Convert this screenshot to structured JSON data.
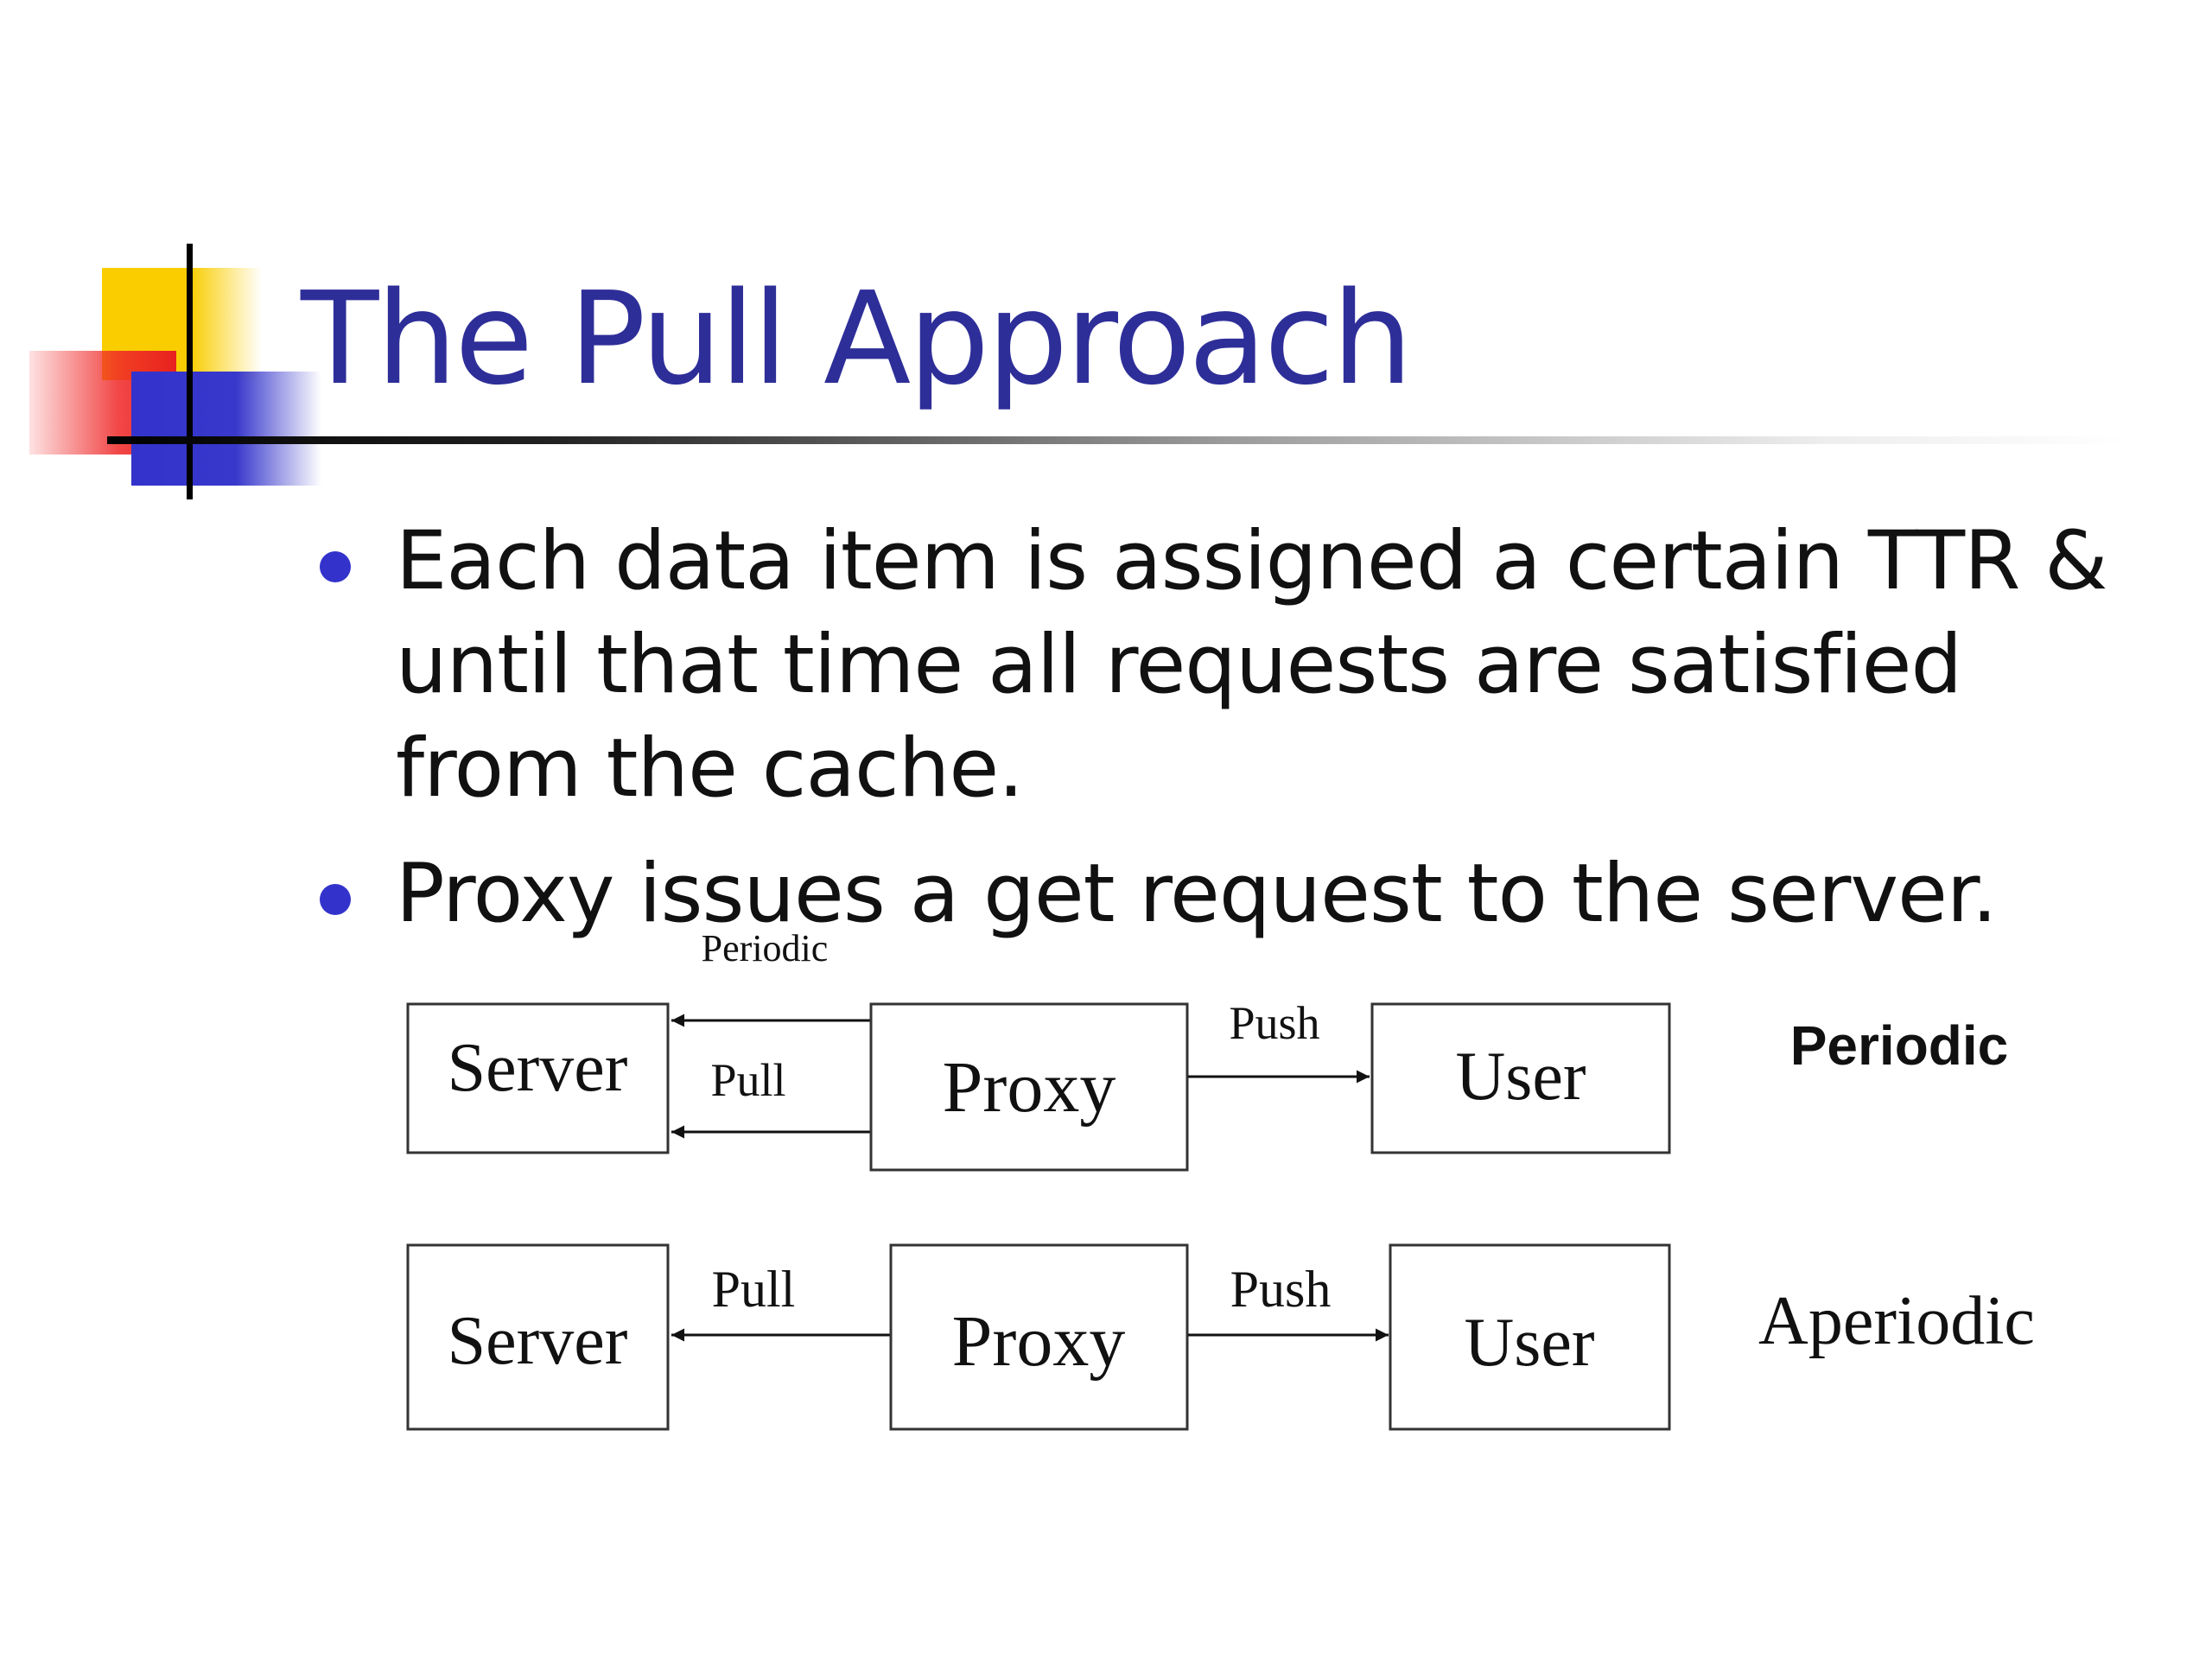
{
  "slide": {
    "title": "The Pull Approach",
    "bullets": [
      "Each data item is assigned a certain TTR & until that time all requests are satisfied from the cache.",
      "Proxy issues a get request to the server."
    ],
    "colors": {
      "title": "#2e2e99",
      "bullet_dot": "#3333cc",
      "deco_yellow": "#f9cd00",
      "deco_red": "#e82020",
      "deco_blue": "#3333cc"
    }
  },
  "diagram": {
    "periodic": {
      "caption": "Periodic",
      "top_label": "Periodic",
      "server": "Server",
      "pull": "Pull",
      "proxy": "Proxy",
      "push": "Push",
      "user": "User"
    },
    "aperiodic": {
      "caption": "Aperiodic",
      "server": "Server",
      "pull": "Pull",
      "proxy": "Proxy",
      "push": "Push",
      "user": "User"
    }
  }
}
